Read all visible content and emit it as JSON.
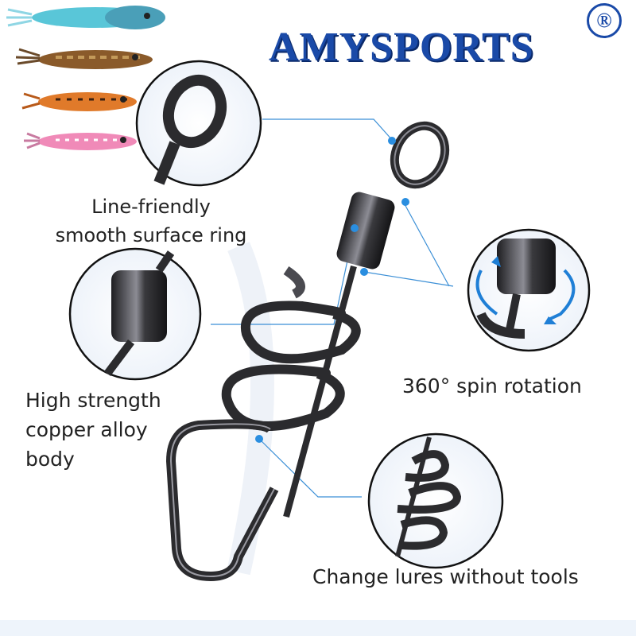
{
  "brand": {
    "name": "AMYSPORTS",
    "registered": "®"
  },
  "features": {
    "ring": [
      "Line-friendly",
      "smooth surface ring"
    ],
    "body": [
      "High strength",
      "copper alloy",
      "body"
    ],
    "spin": "360° spin rotation",
    "change": "Change lures without tools"
  },
  "colors": {
    "brand_blue": "#1a4aa8",
    "callout_line": "#3b8fd6",
    "dot": "#2a8ee0",
    "metal_dark": "#2b2b2e",
    "metal_light": "#9a9aa2",
    "arrow_blue": "#1f7fd6"
  },
  "lures": [
    {
      "name": "squid-lure-cyan",
      "color": "#59c6d8"
    },
    {
      "name": "squid-lure-brown",
      "color": "#8a5a2a"
    },
    {
      "name": "squid-lure-orange",
      "color": "#e07a2a"
    },
    {
      "name": "squid-lure-pink",
      "color": "#f08ab8"
    }
  ]
}
